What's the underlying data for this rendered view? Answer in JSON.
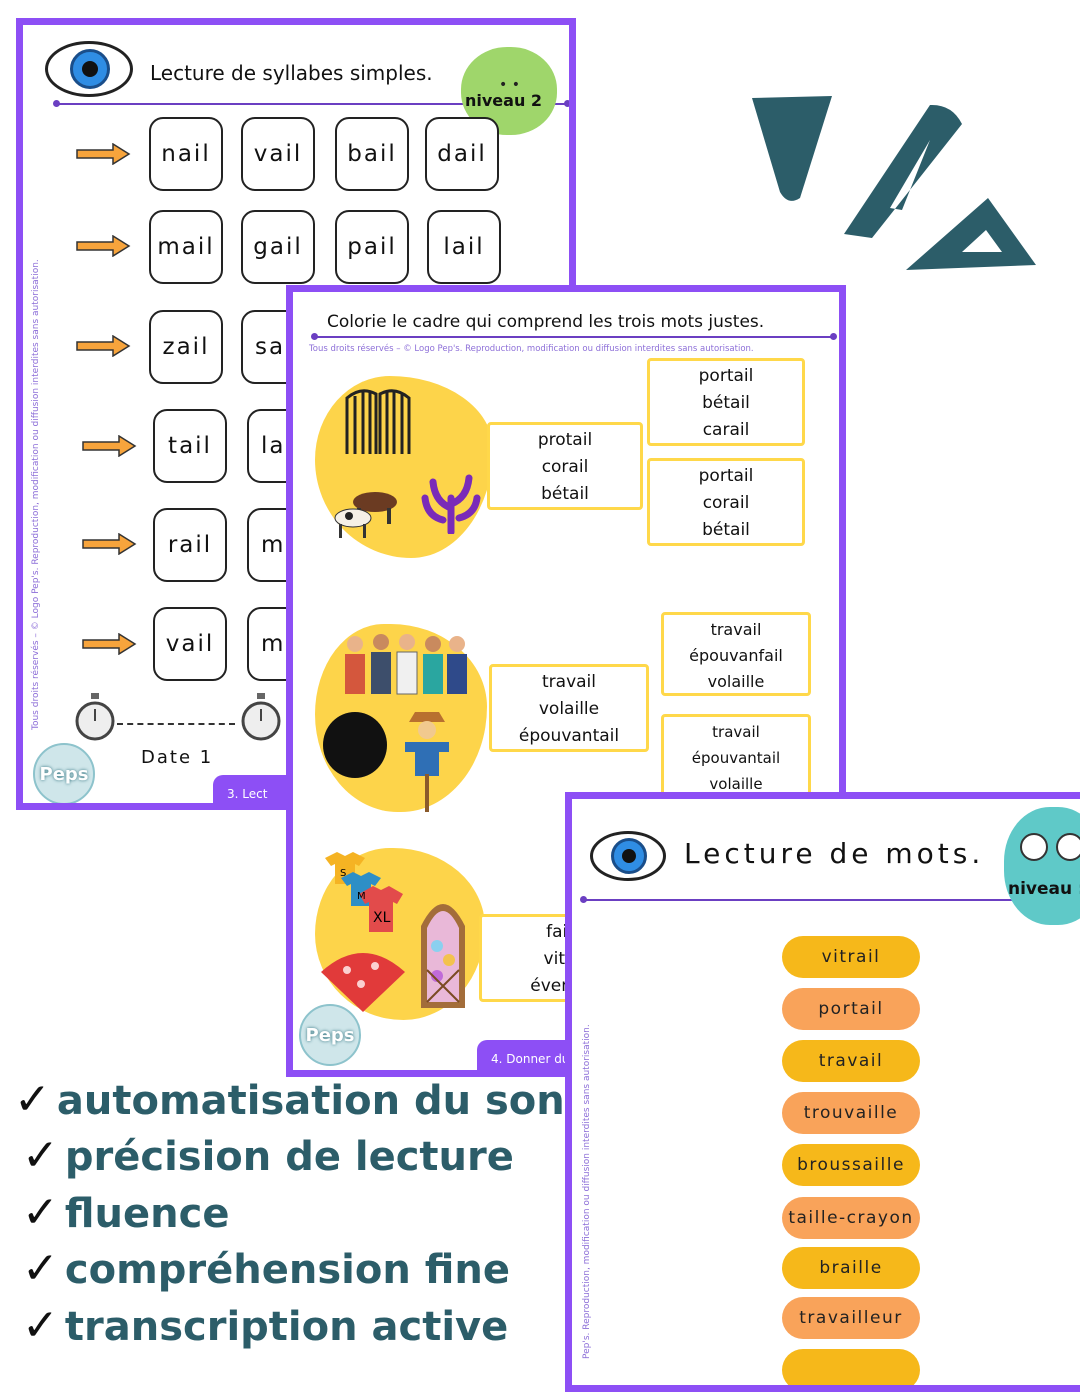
{
  "sheet1": {
    "title": "Lecture de syllabes simples.",
    "badge": "niveau 2",
    "rows": [
      [
        "nail",
        "vail",
        "bail",
        "dail"
      ],
      [
        "mail",
        "gail",
        "pail",
        "lail"
      ],
      [
        "zail",
        "sai"
      ],
      [
        "tail",
        "lai"
      ],
      [
        "rail",
        "ma"
      ],
      [
        "vail",
        "ma"
      ]
    ],
    "date_label": "Date 1",
    "footer_tab": "3. Lect",
    "side_text": "Tous droits réservés – © Logo Pep's. Reproduction, modification ou diffusion interdites sans autorisation.",
    "logo_text": "Peps"
  },
  "sheet2": {
    "title": "Colorie le cadre qui comprend les trois mots justes.",
    "copyright": "Tous droits réservés – © Logo Pep's. Reproduction, modification ou diffusion interdites sans autorisation.",
    "group1": {
      "mid": [
        "protail",
        "corail",
        "bétail"
      ],
      "top": [
        "portail",
        "bétail",
        "carail"
      ],
      "bottom": [
        "portail",
        "corail",
        "bétail"
      ]
    },
    "group2": {
      "mid": [
        "travail",
        "volaille",
        "épouvantail"
      ],
      "top": [
        "travail",
        "épouvanfail",
        "volaille"
      ],
      "bottom": [
        "travail",
        "épouvantail",
        "volaille"
      ]
    },
    "group3": {
      "mid": [
        "fail",
        "vitr",
        "éven"
      ]
    },
    "shirt_sizes": [
      "S",
      "M",
      "XL"
    ],
    "footer_tab": "4. Donner du",
    "logo_text": "Peps"
  },
  "sheet3": {
    "title": "Lecture de mots.",
    "badge": "niveau :",
    "side_text": "Pep's. Reproduction, modification ou diffusion interdites sans autorisation.",
    "words": [
      {
        "text": "vitrail",
        "color": "#f6b81a"
      },
      {
        "text": "portail",
        "color": "#f9a35a"
      },
      {
        "text": "travail",
        "color": "#f6b81a"
      },
      {
        "text": "trouvaille",
        "color": "#f9a35a"
      },
      {
        "text": "broussaille",
        "color": "#f6b81a"
      },
      {
        "text": "taille-crayon",
        "color": "#f9a35a"
      },
      {
        "text": "braille",
        "color": "#f6b81a"
      },
      {
        "text": "travailleur",
        "color": "#f9a35a"
      }
    ]
  },
  "checklist": [
    "automatisation du son",
    "précision de lecture",
    "fluence",
    "compréhension fine",
    "transcription active"
  ],
  "checkmark": "✓",
  "colors": {
    "purple": "#8d4ff5",
    "teal": "#2c5d69",
    "yellow": "#f6b81a",
    "orange": "#f9a35a"
  }
}
